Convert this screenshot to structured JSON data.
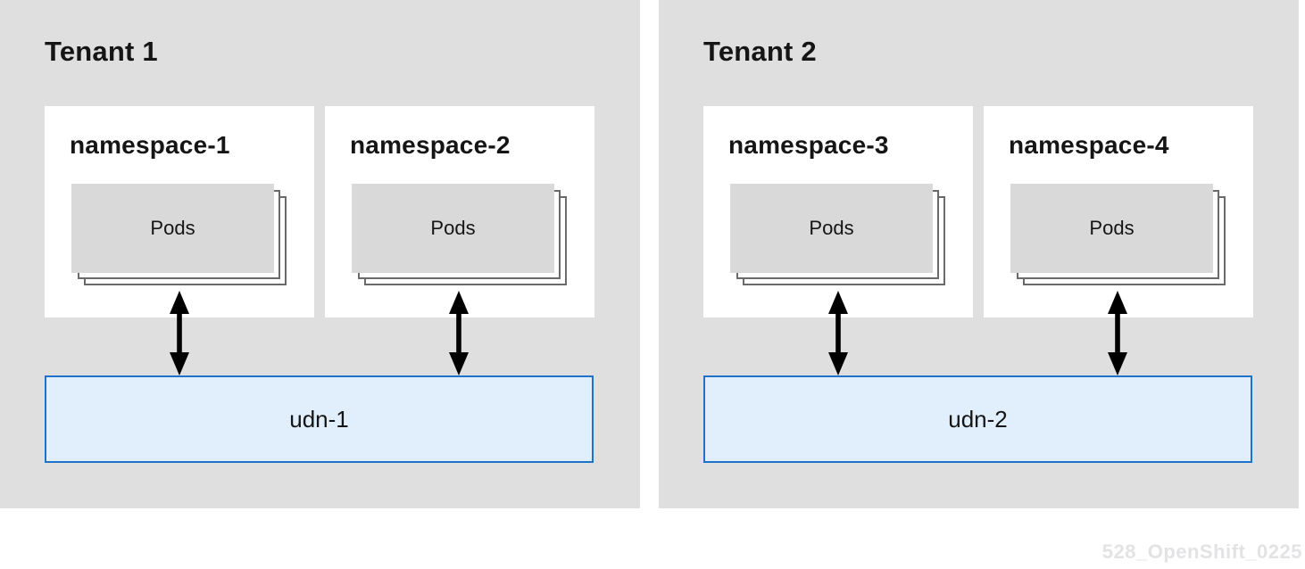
{
  "tenants": [
    {
      "title": "Tenant 1",
      "namespaces": [
        {
          "name": "namespace-1",
          "pods_label": "Pods"
        },
        {
          "name": "namespace-2",
          "pods_label": "Pods"
        }
      ],
      "udn": {
        "label": "udn-1"
      }
    },
    {
      "title": "Tenant 2",
      "namespaces": [
        {
          "name": "namespace-3",
          "pods_label": "Pods"
        },
        {
          "name": "namespace-4",
          "pods_label": "Pods"
        }
      ],
      "udn": {
        "label": "udn-2"
      }
    }
  ],
  "watermark": "528_OpenShift_0225",
  "icons": {
    "connection": "bidirectional-arrow-icon"
  },
  "colors": {
    "panel_bg": "#dfdfdf",
    "card_bg": "#ffffff",
    "pods_bg": "#d9d9d9",
    "stack_line": "#6a6a6a",
    "udn_bg": "#e1eefc",
    "udn_border": "#1f72c9",
    "arrow": "#000000",
    "text": "#151515",
    "watermark": "#e3e3e5"
  }
}
